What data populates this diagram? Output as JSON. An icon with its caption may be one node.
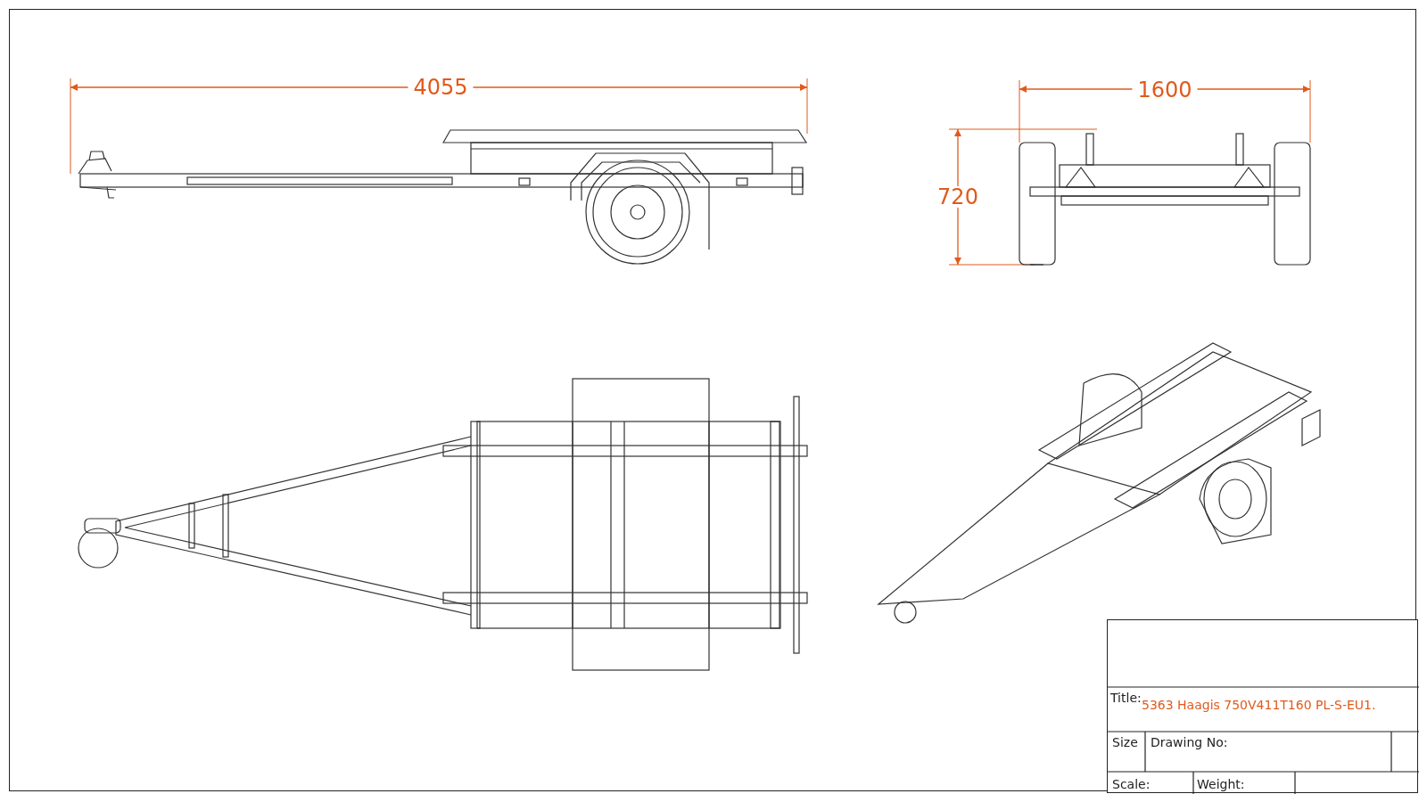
{
  "diagram": {
    "labels": [
      "4055",
      "1600",
      "720",
      "Title:",
      "5363 Haagis 750V411T160 PL-S-EU1.",
      "Size",
      "Drawing No:",
      "Scale:",
      "Weight:"
    ]
  }
}
